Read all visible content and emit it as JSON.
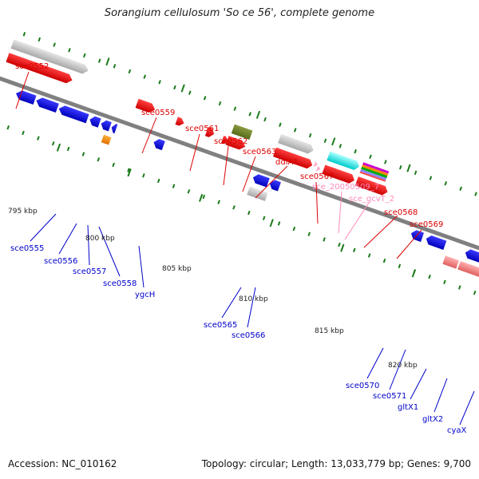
{
  "title": "Sorangium cellulosum 'So ce 56', complete genome",
  "footer": {
    "accession": "Accession: NC_010162",
    "stats": "Topology: circular; Length: 13,033,779 bp; Genes: 9,700"
  },
  "colors": {
    "top_label": "#dd0000",
    "bottom_label": "#0000cc",
    "pale_label": "#ff88bb",
    "tick": "#1a7a1a",
    "backbone": "#808080"
  },
  "scale_labels": [
    "795 kbp",
    "800 kbp",
    "805 kbp",
    "810 kbp",
    "815 kbp",
    "820 kbp"
  ],
  "top_labels": [
    "sce0552",
    "sce0559",
    "sce0561",
    "sce0562",
    "sce0563",
    "ddlA1",
    "sce0567",
    "sce_20050509_7",
    "sce_gcvT_2",
    "sce0568",
    "sce0569"
  ],
  "bottom_labels": [
    "sce0555",
    "sce0556",
    "sce0557",
    "sce0558",
    "ygcH",
    "sce0565",
    "sce0566",
    "sce0570",
    "sce0571",
    "gltX1",
    "gltX2",
    "cyaX"
  ]
}
